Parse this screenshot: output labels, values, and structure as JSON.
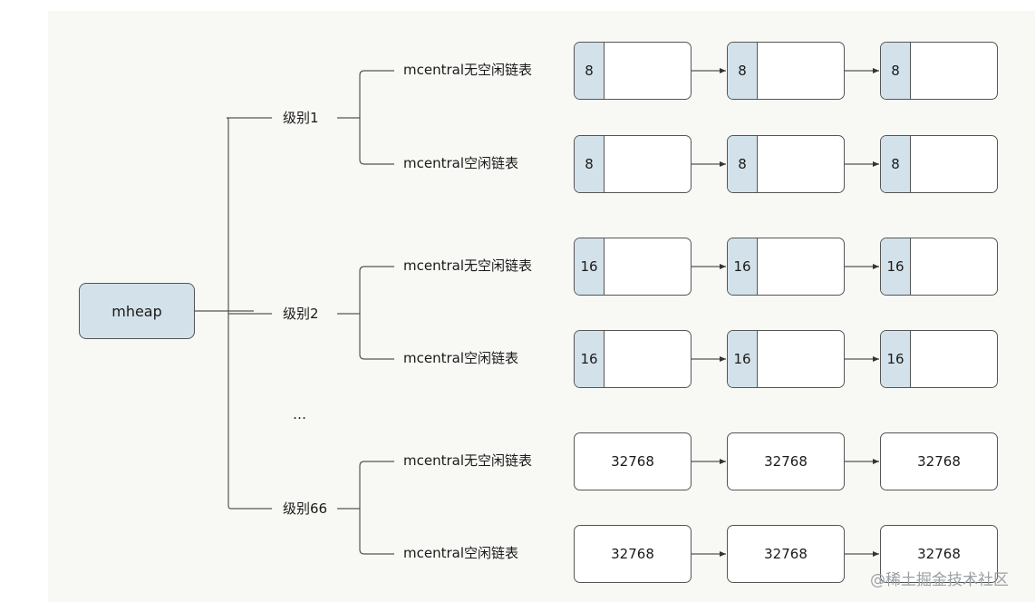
{
  "root": {
    "label": "mheap"
  },
  "levels": [
    {
      "label": "级别1",
      "lists": [
        {
          "label": "mcentral无空闲链表",
          "nodes": [
            "8",
            "8",
            "8"
          ]
        },
        {
          "label": "mcentral空闲链表",
          "nodes": [
            "8",
            "8",
            "8"
          ]
        }
      ]
    },
    {
      "label": "级别2",
      "lists": [
        {
          "label": "mcentral无空闲链表",
          "nodes": [
            "16",
            "16",
            "16"
          ]
        },
        {
          "label": "mcentral空闲链表",
          "nodes": [
            "16",
            "16",
            "16"
          ]
        }
      ]
    },
    {
      "label": "级别66",
      "lists": [
        {
          "label": "mcentral无空闲链表",
          "nodes": [
            "32768",
            "32768",
            "32768"
          ]
        },
        {
          "label": "mcentral空闲链表",
          "nodes": [
            "32768",
            "32768",
            "32768"
          ]
        }
      ]
    }
  ],
  "ellipsis": "…",
  "watermark": "@稀土掘金技术社区",
  "colors": {
    "cell_fill": "#d3e2ea",
    "stroke": "#555555",
    "panel": "#f8f8f5"
  }
}
